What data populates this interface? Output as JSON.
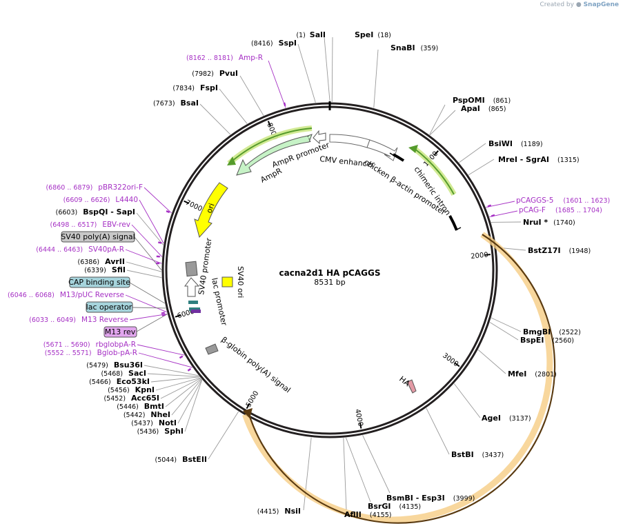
{
  "credit": {
    "prefix": "Created by",
    "brand": "SnapGene"
  },
  "plasmid": {
    "name": "cacna2d1 HA pCAGGS",
    "size_label": "8531 bp",
    "length": 8531
  },
  "ticks": [
    "1000",
    "2000",
    "3000",
    "4000",
    "5000",
    "6000",
    "7000",
    "8000"
  ],
  "sites_right": [
    {
      "name": "SpeI",
      "pos": "(18)"
    },
    {
      "name": "SnaBI",
      "pos": "(359)"
    },
    {
      "name": "PspOMI",
      "pos": "(861)"
    },
    {
      "name": "ApaI",
      "pos": "(865)"
    },
    {
      "name": "BsiWI",
      "pos": "(1189)"
    },
    {
      "name": "MreI  - SgrAI",
      "pos": "(1315)"
    },
    {
      "name": "NruI *",
      "pos": "(1740)"
    },
    {
      "name": "BstZ17I",
      "pos": "(1948)"
    },
    {
      "name": "BmgBI",
      "pos": "(2522)"
    },
    {
      "name": "BspEI",
      "pos": "(2560)"
    },
    {
      "name": "MfeI",
      "pos": "(2801)"
    },
    {
      "name": "AgeI",
      "pos": "(3137)"
    },
    {
      "name": "BstBI",
      "pos": "(3437)"
    },
    {
      "name": "BsmBI  - Esp3I",
      "pos": "(3999)"
    },
    {
      "name": "BsrGI",
      "pos": "(4135)"
    },
    {
      "name": "AflII",
      "pos": "(4155)"
    }
  ],
  "sites_left": [
    {
      "name": "SalI",
      "pos": "(1)"
    },
    {
      "name": "SspI",
      "pos": "(8416)"
    },
    {
      "name": "PvuI",
      "pos": "(7982)"
    },
    {
      "name": "FspI",
      "pos": "(7834)"
    },
    {
      "name": "BsaI",
      "pos": "(7673)"
    },
    {
      "name": "BspQI  - SapI",
      "pos": "(6603)"
    },
    {
      "name": "AvrII",
      "pos": "(6386)"
    },
    {
      "name": "SfiI",
      "pos": "(6339)"
    },
    {
      "name": "Bsu36I",
      "pos": "(5479)"
    },
    {
      "name": "SacI",
      "pos": "(5468)"
    },
    {
      "name": "Eco53kI",
      "pos": "(5466)"
    },
    {
      "name": "KpnI",
      "pos": "(5456)"
    },
    {
      "name": "Acc65I",
      "pos": "(5452)"
    },
    {
      "name": "BmtI",
      "pos": "(5446)"
    },
    {
      "name": "NheI",
      "pos": "(5442)"
    },
    {
      "name": "NotI",
      "pos": "(5437)"
    },
    {
      "name": "SphI",
      "pos": "(5436)"
    },
    {
      "name": "BstEII",
      "pos": "(5044)"
    },
    {
      "name": "NsiI",
      "pos": "(4415)"
    }
  ],
  "primers": [
    {
      "name": "Amp-R",
      "pos": "(8162 .. 8181)"
    },
    {
      "name": "pCAGGS-5",
      "pos": "(1601 .. 1623)"
    },
    {
      "name": "pCAG-F",
      "pos": "(1685 .. 1704)"
    },
    {
      "name": "pBR322ori-F",
      "pos": "(6860 .. 6879)"
    },
    {
      "name": "L4440",
      "pos": "(6609 .. 6626)"
    },
    {
      "name": "EBV-rev",
      "pos": "(6498 .. 6517)"
    },
    {
      "name": "SV40pA-R",
      "pos": "(6444 .. 6463)"
    },
    {
      "name": "M13/pUC Reverse",
      "pos": "(6046 .. 6068)"
    },
    {
      "name": "M13 Reverse",
      "pos": "(6033 .. 6049)"
    },
    {
      "name": "rbglobpA-R",
      "pos": "(5671 .. 5690)"
    },
    {
      "name": "Bglob-pA-R",
      "pos": "(5552 .. 5571)"
    }
  ],
  "boxed_labels": [
    {
      "text": "SV40 poly(A) signal",
      "fill": "#c8c8c8"
    },
    {
      "text": "CAP binding site",
      "fill": "#a6d4dc"
    },
    {
      "text": "lac operator",
      "fill": "#a6d4dc"
    },
    {
      "text": "M13 rev",
      "fill": "#e2a6ee"
    }
  ],
  "features": [
    "AmpR promoter",
    "AmpR",
    "CMV enhancer",
    "chicken β-actin promoter",
    "chimeric intron",
    "ori",
    "SV40 promoter",
    "lac promoter",
    "SV40 ori",
    "β-globin poly(A) signal",
    "HA"
  ],
  "colors": {
    "backbone": "#231f20",
    "cds_fill": "#f6cd84",
    "primer": "#a52fc4",
    "ori": "#ffff00",
    "ampr": "#c6f2c6",
    "intron": "#559b2b",
    "promoter": "#ffffff"
  }
}
